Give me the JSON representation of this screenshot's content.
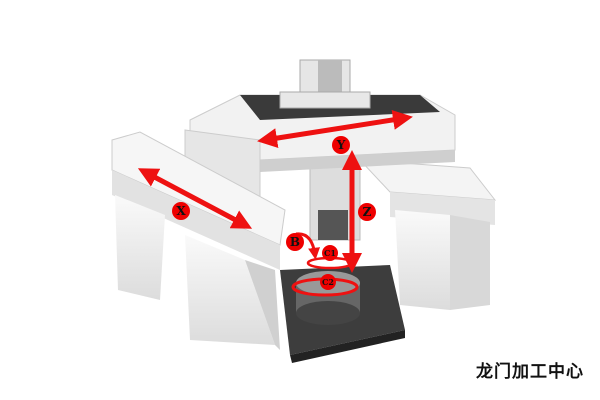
{
  "caption": "龙门加工中心",
  "axes": {
    "x": "X",
    "y": "Y",
    "z": "Z",
    "b": "B",
    "c1": "C1",
    "c2": "C2"
  },
  "colors": {
    "arrow": "#ee1111",
    "machine_light": "#f2f2f2",
    "machine_dark": "#3a3a3a"
  }
}
